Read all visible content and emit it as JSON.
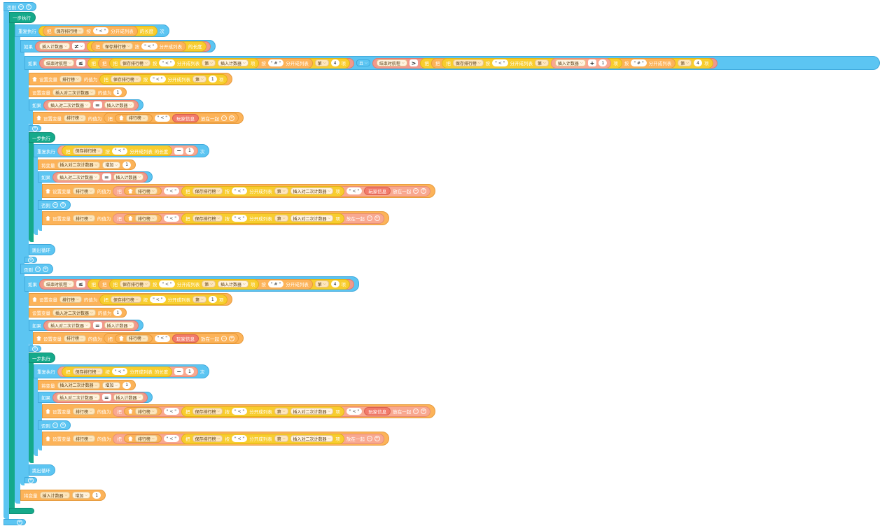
{
  "labels": {
    "else": "否则",
    "step": "一步执行",
    "repeat": "重复执行",
    "if": "如果",
    "times": "次",
    "take": "把",
    "by": "按",
    "split": "分开成列表",
    "length": "的长度",
    "item_prefix": "第",
    "item_suffix": "项",
    "and": "且",
    "set_var": "设置变量",
    "value_as": "的值为",
    "join": "放在一起",
    "change_var": "将变量",
    "increase": "增加",
    "break": "跳出循环"
  },
  "vars": {
    "save_rank": "保存排行榜",
    "insert_counter": "插入计数器",
    "end_time": "结束时航程",
    "rank": "排行榜",
    "insert_counter2": "插入对二次计数器",
    "player_info": "玩家信息"
  },
  "strings": {
    "lt_quote": "\" < \"",
    "hash_quote": "\" # \""
  },
  "ops": {
    "neq": "≠",
    "le": "≤",
    "gt": ">",
    "eq": "=",
    "plus": "+",
    "minus": "−"
  },
  "nums": {
    "one": "1",
    "four": "4"
  },
  "icons": {
    "plus": "+",
    "minus": "−",
    "chevron": "⌵"
  }
}
